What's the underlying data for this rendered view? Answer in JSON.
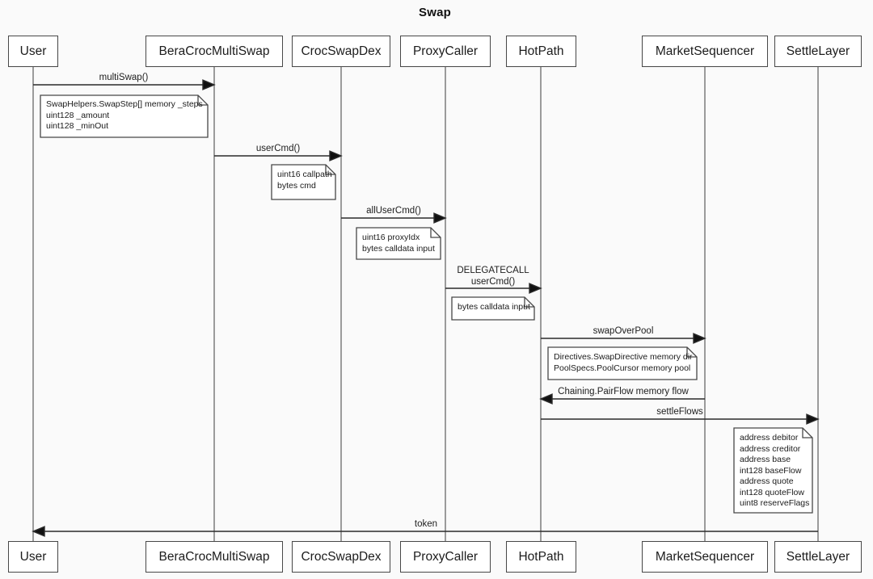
{
  "title": "Swap",
  "colors": {
    "background": "#fafafa",
    "box_fill": "#ffffff",
    "border": "#474747",
    "lifeline": "#5c5c5c",
    "arrow_line": "#2b2b2b",
    "arrowhead": "#111111",
    "text": "#1a1a1a"
  },
  "participants": [
    {
      "name": "User"
    },
    {
      "name": "BeraCrocMultiSwap"
    },
    {
      "name": "CrocSwapDex"
    },
    {
      "name": "ProxyCaller"
    },
    {
      "name": "HotPath"
    },
    {
      "name": "MarketSequencer"
    },
    {
      "name": "SettleLayer"
    }
  ],
  "messages": [
    {
      "from": "User",
      "to": "BeraCrocMultiSwap",
      "label": "multiSwap()"
    },
    {
      "from": "BeraCrocMultiSwap",
      "to": "CrocSwapDex",
      "label": "userCmd()"
    },
    {
      "from": "CrocSwapDex",
      "to": "ProxyCaller",
      "label": "allUserCmd()"
    },
    {
      "from": "ProxyCaller",
      "to": "HotPath",
      "label": "DELEGATECALL\nuserCmd()"
    },
    {
      "from": "HotPath",
      "to": "MarketSequencer",
      "label": "swapOverPool"
    },
    {
      "from": "MarketSequencer",
      "to": "HotPath",
      "label": "Chaining.PairFlow memory flow"
    },
    {
      "from": "HotPath",
      "to": "SettleLayer",
      "label": "settleFlows"
    },
    {
      "from": "SettleLayer",
      "to": "User",
      "label": "token"
    }
  ],
  "notes": [
    {
      "attached_to": "multiSwap()",
      "text": "SwapHelpers.SwapStep[] memory _steps\nuint128 _amount\nuint128 _minOut"
    },
    {
      "attached_to": "userCmd()",
      "text": "uint16 callpath\nbytes cmd"
    },
    {
      "attached_to": "allUserCmd()",
      "text": "uint16 proxyIdx\nbytes calldata input"
    },
    {
      "attached_to": "DELEGATECALL userCmd()",
      "text": "bytes calldata input"
    },
    {
      "attached_to": "swapOverPool",
      "text": "Directives.SwapDirective memory dir\nPoolSpecs.PoolCursor memory pool"
    },
    {
      "attached_to": "settleFlows",
      "text": "address debitor\naddress creditor\naddress base\nint128 baseFlow\naddress quote\nint128 quoteFlow\nuint8 reserveFlags"
    }
  ]
}
